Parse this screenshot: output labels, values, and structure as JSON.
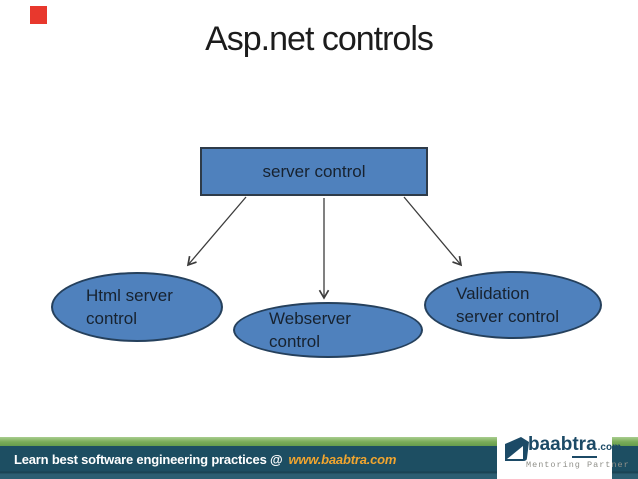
{
  "slide": {
    "title": "Asp.net controls"
  },
  "diagram": {
    "root": {
      "label": "server control"
    },
    "children": [
      {
        "label": "Html server\ncontrol"
      },
      {
        "label": "Webserver\ncontrol"
      },
      {
        "label": "Validation\nserver control"
      }
    ]
  },
  "footer": {
    "tagline": "Learn best software engineering practices @",
    "url": "www.baabtra.com",
    "logo": {
      "brand_a": "baab",
      "brand_b": "tra",
      "tld": ".com",
      "subtitle": "Mentoring Partner"
    }
  },
  "icons": {
    "logo_flag": "baabtra-flag-icon",
    "arrows": "connector-arrow"
  },
  "colors": {
    "shape-fill": "#4f81bd",
    "shape-border": "#25405c",
    "green-bar": "#79ab58",
    "teal-bar": "#1d4e62",
    "url-orange": "#f1a52f",
    "brand-navy": "#1c4a66",
    "marker-red": "#e8382d"
  }
}
